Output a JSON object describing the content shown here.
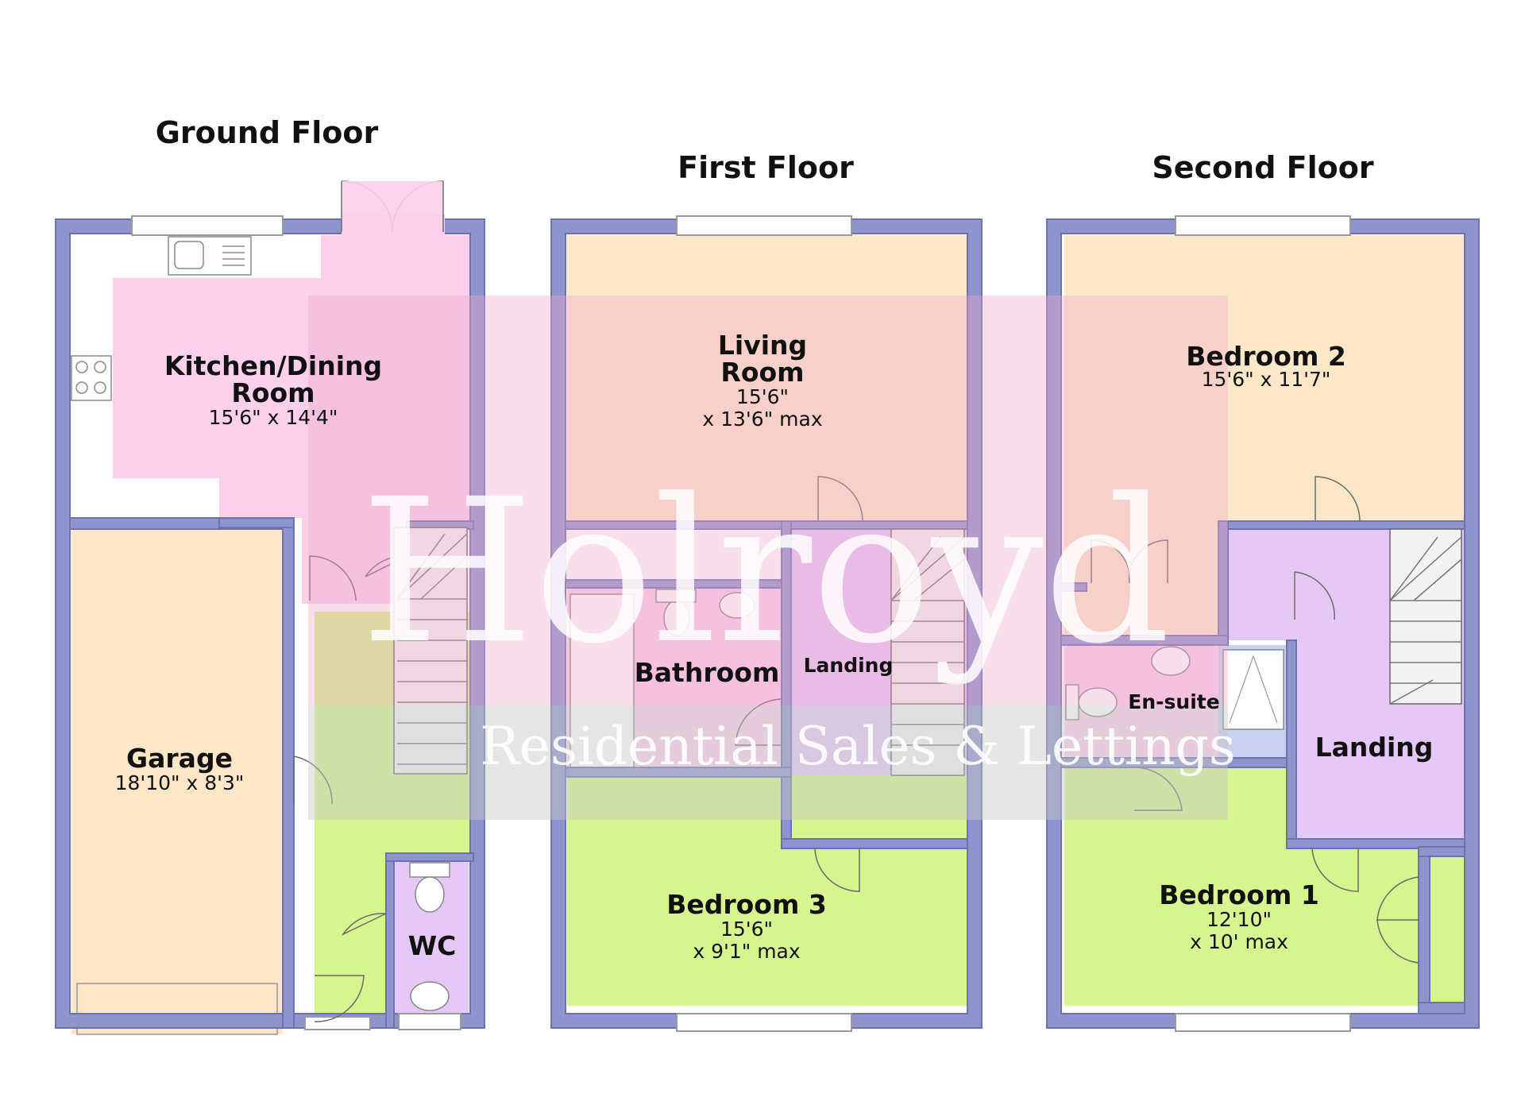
{
  "floors": [
    {
      "title": "Ground Floor",
      "rooms": [
        {
          "name": "Kitchen/Dining",
          "name2": "Room",
          "dim": "15'6\" x 14'4\""
        },
        {
          "name": "Garage",
          "dim": "18'10\" x 8'3\""
        },
        {
          "name": "WC"
        }
      ]
    },
    {
      "title": "First Floor",
      "rooms": [
        {
          "name": "Living",
          "name2": "Room",
          "dim": "15'6\"",
          "dim2": "x 13'6\" max"
        },
        {
          "name": "Bathroom"
        },
        {
          "name": "Landing"
        },
        {
          "name": "Bedroom 3",
          "dim": "15'6\"",
          "dim2": "x 9'1\" max"
        }
      ]
    },
    {
      "title": "Second Floor",
      "rooms": [
        {
          "name": "Bedroom 2",
          "dim": "15'6\" x 11'7\""
        },
        {
          "name": "En-suite"
        },
        {
          "name": "Landing"
        },
        {
          "name": "Bedroom 1",
          "dim": "12'10\"",
          "dim2": "x 10' max"
        }
      ]
    }
  ],
  "watermark": {
    "brand": "Holroyd",
    "tagline": "Residential Sales & Lettings"
  },
  "colors": {
    "wall": "#8f95cc",
    "kitchen": "#fbd0ea",
    "garage": "#fde7c8",
    "hall": "#d6f58f",
    "wc": "#e6c8f6",
    "living": "#fce8c8",
    "bathroom": "#fbd0ea",
    "landing": "#e6c8f6",
    "bedroom_green": "#d6f58f",
    "watermark_pink": "#f0a8cc",
    "watermark_grey": "#c8c8c8"
  }
}
